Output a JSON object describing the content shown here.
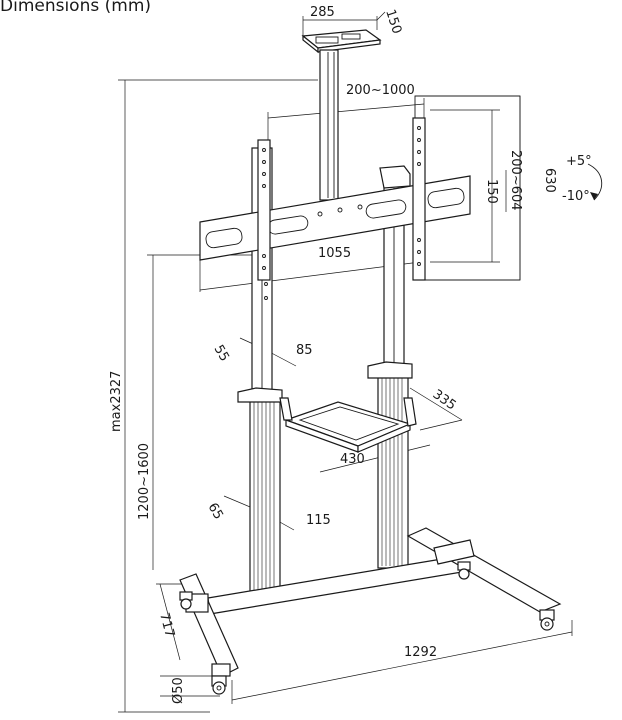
{
  "title": "Dimensions (mm)",
  "dimensions": {
    "top_plate_width": "285",
    "top_plate_depth": "150",
    "vesa_horizontal": "200~1000",
    "vesa_vertical_range": "200~604",
    "vesa_vertical_max": "630",
    "bracket_height": "150",
    "tilt_up": "+5°",
    "tilt_down": "-10°",
    "bracket_width": "1055",
    "shelf_hole_a": "55",
    "shelf_hole_b": "85",
    "shelf_depth": "335",
    "shelf_width": "430",
    "lower_hole_a": "65",
    "lower_hole_b": "115",
    "max_height": "max2327",
    "height_range": "1200~1600",
    "base_depth": "717",
    "base_width": "1292",
    "caster_diameter": "Ø50"
  }
}
